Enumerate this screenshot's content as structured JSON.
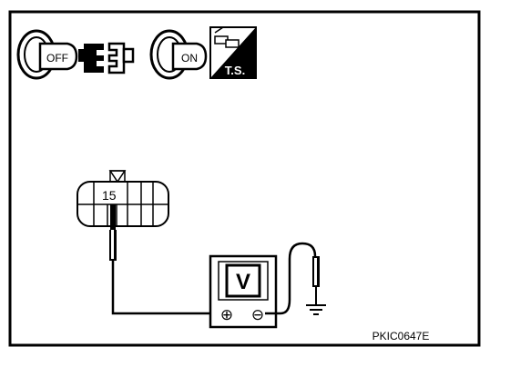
{
  "icons": {
    "key_off_label": "OFF",
    "key_on_label": "ON",
    "ts_label": "T.S.",
    "names": [
      "key-off-icon",
      "connector-disconnect-icon",
      "key-on-icon",
      "trouble-shooting-icon"
    ]
  },
  "connector": {
    "terminal_label": "15"
  },
  "meter": {
    "label": "V",
    "positive_symbol": "⊕",
    "negative_symbol": "⊖"
  },
  "figure_code": "PKIC0647E",
  "colors": {
    "ink": "#000000",
    "background": "#ffffff"
  }
}
